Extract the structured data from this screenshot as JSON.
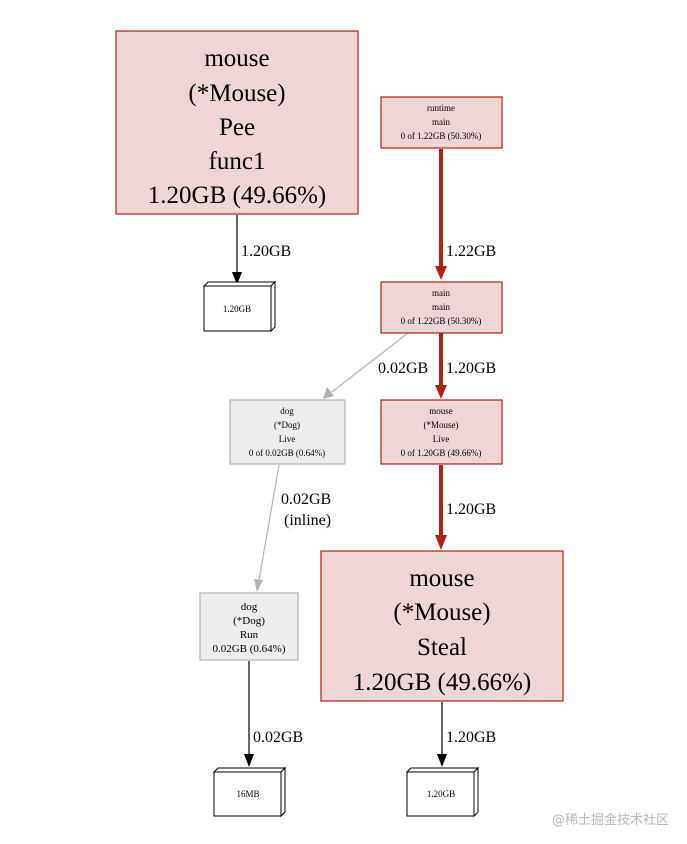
{
  "nodes": {
    "mouse_pee": [
      "mouse",
      "(*Mouse)",
      "Pee",
      "func1",
      "1.20GB (49.66%)"
    ],
    "runtime_main": [
      "runtime",
      "main",
      "0 of 1.22GB (50.30%)"
    ],
    "main_main": [
      "main",
      "main",
      "0 of 1.22GB (50.30%)"
    ],
    "mouse_live": [
      "mouse",
      "(*Mouse)",
      "Live",
      "0 of 1.20GB (49.66%)"
    ],
    "dog_live": [
      "dog",
      "(*Dog)",
      "Live",
      "0 of 0.02GB (0.64%)"
    ],
    "dog_run": [
      "dog",
      "(*Dog)",
      "Run",
      "0.02GB (0.64%)"
    ],
    "mouse_steal": [
      "mouse",
      "(*Mouse)",
      "Steal",
      "1.20GB (49.66%)"
    ]
  },
  "alloc_boxes": {
    "pee_box": "1.20GB",
    "dog_box": "16MB",
    "steal_box": "1.20GB"
  },
  "edges": {
    "pee_to_box": "1.20GB",
    "runtime_to_main": "1.22GB",
    "main_to_dog": "0.02GB",
    "main_to_mouse": "1.20GB",
    "dog_live_to_run": [
      "0.02GB",
      "(inline)"
    ],
    "live_to_steal": "1.20GB",
    "dog_run_to_box": "0.02GB",
    "steal_to_box": "1.20GB"
  },
  "colors": {
    "hot": "#b2210f",
    "hot_fill": "#edd6d5",
    "cold": "#b2b2b2",
    "cold_fill": "#ededed"
  },
  "watermark": "@稀土掘金技术社区"
}
